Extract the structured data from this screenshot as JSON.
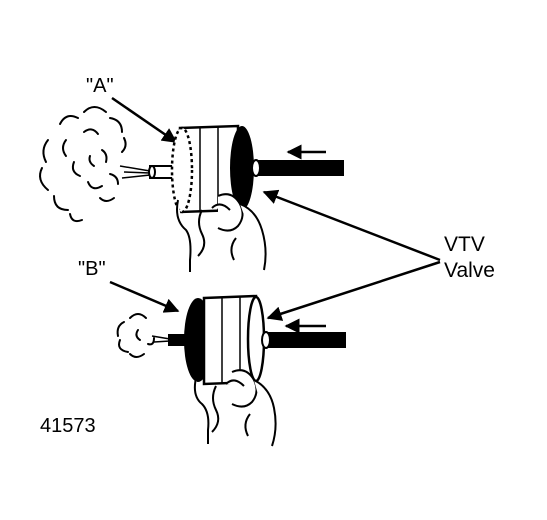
{
  "labels": {
    "a": "\"A\"",
    "b": "\"B\"",
    "valve_line1": "VTV",
    "valve_line2": "Valve",
    "figure_number": "41573"
  },
  "colors": {
    "ink": "#000000",
    "paper": "#ffffff"
  }
}
